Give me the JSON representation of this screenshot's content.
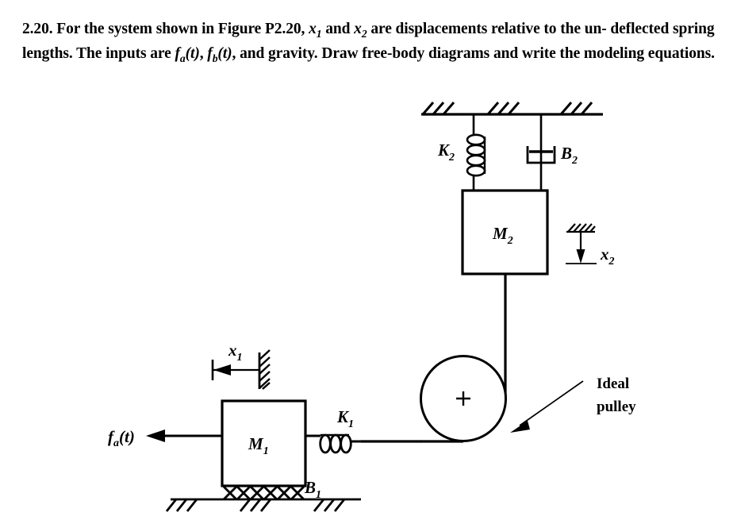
{
  "problem": {
    "number": "2.20.",
    "line1_a": "For the system shown in Figure P2.20, ",
    "x1": "x",
    "x1_sub": "1",
    "line1_b": " and ",
    "x2": "x",
    "x2_sub": "2",
    "line1_c": " are displacements relative to the un-",
    "line2_a": "deflected spring lengths. The inputs are ",
    "fa": "f",
    "fa_sub": "a",
    "fa_arg": "(t)",
    "line2_b": ", ",
    "fb": "f",
    "fb_sub": "b",
    "fb_arg": "(t)",
    "line2_c": ", and gravity. Draw free-body diagrams",
    "line3": "and write the modeling equations."
  },
  "figure": {
    "masses": [
      {
        "id": "M2",
        "symbol": "M",
        "subscript": "2"
      },
      {
        "id": "M1",
        "symbol": "M",
        "subscript": "1"
      }
    ],
    "springs": [
      {
        "id": "K2",
        "symbol": "K",
        "subscript": "2",
        "orientation": "vertical"
      },
      {
        "id": "K1",
        "symbol": "K",
        "subscript": "1",
        "orientation": "horizontal"
      }
    ],
    "dampers": [
      {
        "id": "B2",
        "symbol": "B",
        "subscript": "2",
        "orientation": "vertical"
      },
      {
        "id": "B1",
        "symbol": "B",
        "subscript": "1",
        "orientation": "horizontal-friction"
      }
    ],
    "displacements": [
      {
        "id": "x1",
        "symbol": "x",
        "subscript": "1",
        "direction": "left"
      },
      {
        "id": "x2",
        "symbol": "x",
        "subscript": "2",
        "direction": "down"
      }
    ],
    "forces": [
      {
        "id": "fa",
        "symbol": "f",
        "subscript": "a",
        "arg": "(t)",
        "direction": "left"
      }
    ],
    "pulley": {
      "center_mark": "+",
      "label_line1": "Ideal",
      "label_line2": "pulley"
    },
    "colors": {
      "ink": "#000000",
      "paper": "#ffffff"
    }
  }
}
